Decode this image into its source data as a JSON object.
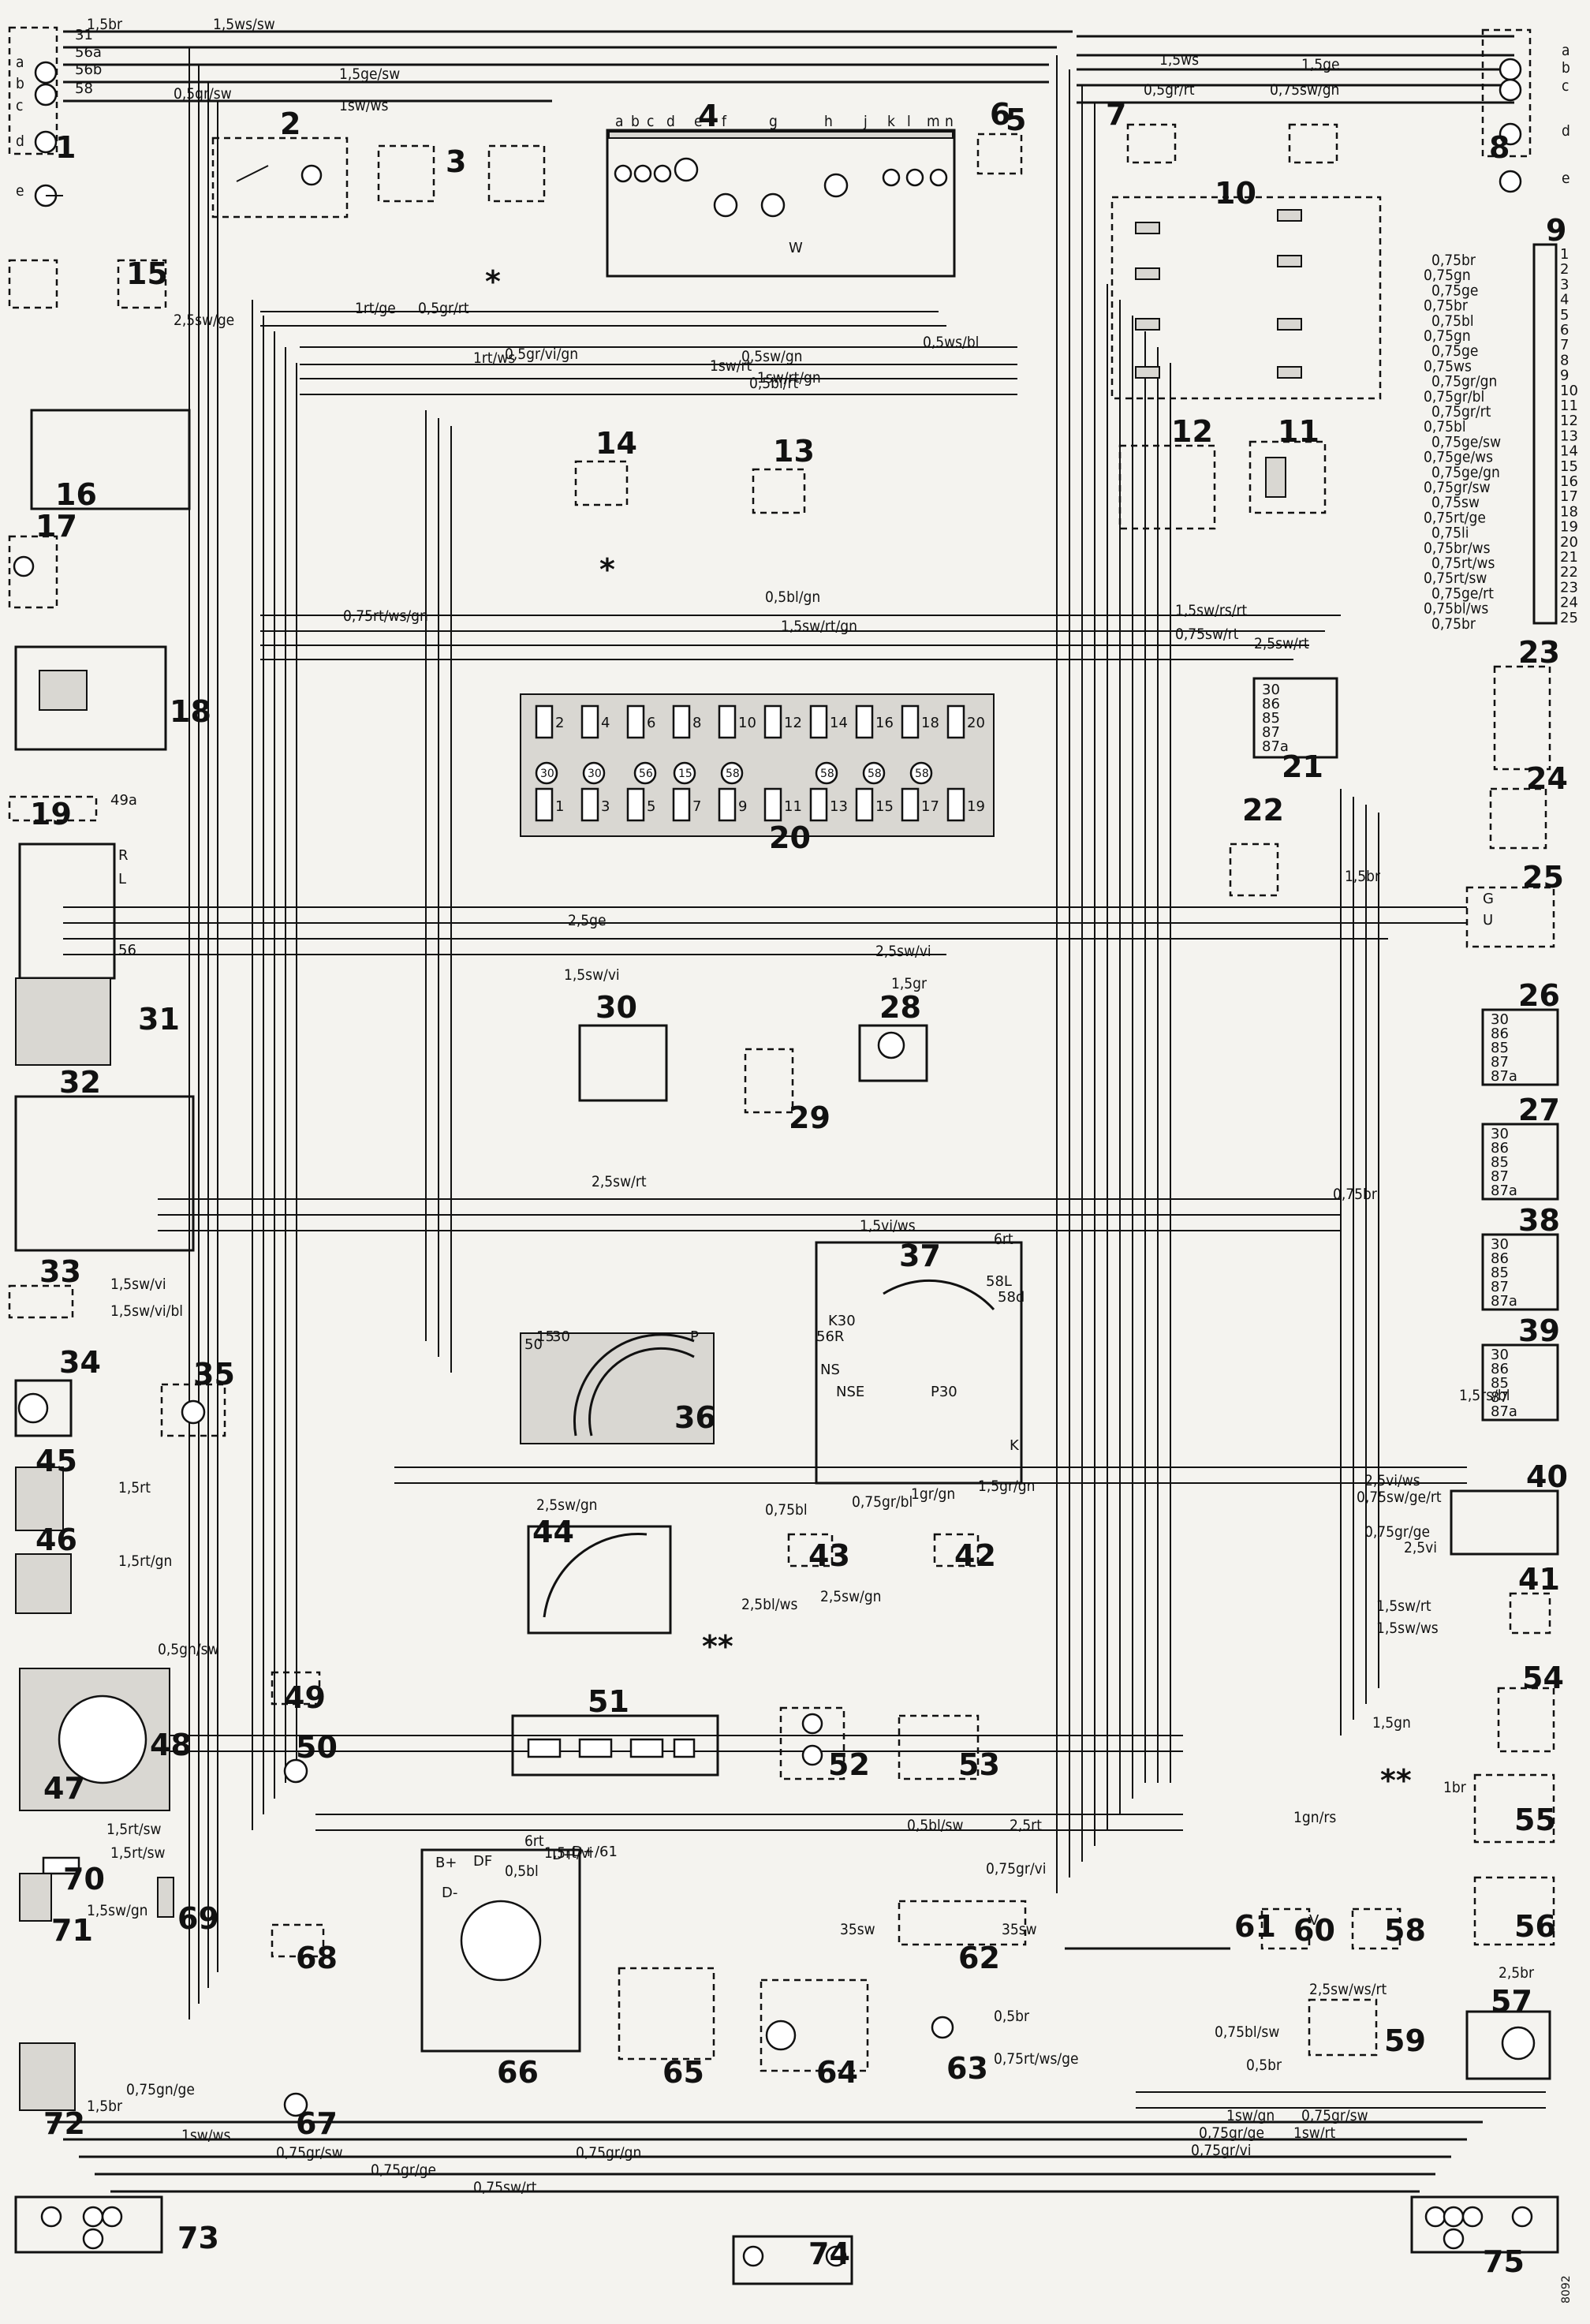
{
  "diagram": {
    "reference": "8092",
    "component_numbers": [
      "1",
      "2",
      "3",
      "4",
      "5",
      "6",
      "7",
      "8",
      "9",
      "10",
      "11",
      "12",
      "13",
      "14",
      "15",
      "16",
      "17",
      "18",
      "19",
      "20",
      "21",
      "22",
      "23",
      "24",
      "25",
      "26",
      "27",
      "28",
      "29",
      "30",
      "31",
      "32",
      "33",
      "34",
      "35",
      "36",
      "37",
      "38",
      "39",
      "40",
      "41",
      "42",
      "43",
      "44",
      "45",
      "46",
      "47",
      "48",
      "49",
      "50",
      "51",
      "52",
      "53",
      "54",
      "55",
      "56",
      "57",
      "58",
      "59",
      "60",
      "61",
      "62",
      "63",
      "64",
      "65",
      "66",
      "67",
      "68",
      "69",
      "70",
      "71",
      "72",
      "73",
      "74",
      "75"
    ],
    "component_4_subletters": [
      "a",
      "b",
      "c",
      "d",
      "e",
      "f",
      "g",
      "h",
      "j",
      "k",
      "l",
      "m",
      "n"
    ],
    "connector_9_pins": [
      "1",
      "2",
      "3",
      "4",
      "5",
      "6",
      "7",
      "8",
      "9",
      "10",
      "11",
      "12",
      "13",
      "14",
      "15",
      "16",
      "17",
      "18",
      "19",
      "20",
      "21",
      "22",
      "23",
      "24",
      "25"
    ],
    "fuse_box_20_fuses": {
      "top_row": [
        "2",
        "4",
        "6",
        "8",
        "10",
        "12",
        "14",
        "16",
        "18",
        "20"
      ],
      "bottom_row": [
        "1",
        "3",
        "5",
        "7",
        "9",
        "11",
        "13",
        "15",
        "17",
        "19"
      ],
      "terminals": [
        "30",
        "30",
        "56",
        "15",
        "58",
        "58",
        "58",
        "58"
      ]
    },
    "relay_terminals": [
      "30",
      "86",
      "85",
      "87",
      "87a"
    ],
    "wire_labels_top": [
      "1,5br",
      "1,5ws/sw",
      "1,5ge/sw",
      "0,5gr/sw",
      "1sw/ws",
      "1,5ws",
      "1,5ge",
      "0,5gr/rt",
      "0,75sw/gn",
      "1rt/ge",
      "0,5gr/rt",
      "2,5sw/ge",
      "0,5gr/vi/gn",
      "0,5sw/gn",
      "1sw/rt/gn",
      "1rt/ws",
      "1sw/rt",
      "0,5bl/rt",
      "0,5ws/bl"
    ],
    "wire_labels_right": [
      "0,75br",
      "0,75gn",
      "0,75ge",
      "0,75br",
      "0,75bl",
      "0,75gn",
      "0,75ge",
      "0,75ws",
      "0,75gr/gn",
      "0,75gr/bl",
      "0,75gr/rt",
      "0,75bl",
      "0,75ge/sw",
      "0,75ge/ws",
      "0,75ge/gn",
      "0,75gr/sw",
      "0,75sw",
      "0,75rt/ge",
      "0,75li",
      "0,75br/ws",
      "0,75rt/ws",
      "0,75rt/sw",
      "0,75ge/rt",
      "0,75bl/ws",
      "0,75br"
    ],
    "wire_labels_middle": [
      "0,5bl/gn",
      "1,5sw/rs/rt",
      "0,75sw/rt",
      "1,5sw/rt/gn",
      "2,5sw/rt",
      "0,75rt/ws/gn",
      "2,5ge",
      "2,5sw/vi",
      "1,5sw/vi",
      "1,5gr",
      "6rt",
      "1,5vi/ws",
      "2,5sw/rt",
      "1,5sw/vi",
      "1,5sw/vi/bl",
      "1,5rt",
      "1,5rt/gn",
      "2,5sw/gn",
      "0,75bl",
      "0,75gr/bl",
      "1gr/gn",
      "1,5gr/gn",
      "2,5bl/ws",
      "2,5sw/gn",
      "0,5gn/sw",
      "1,5rt/sw",
      "1,5rt/sw",
      "0,5bl/sw",
      "2,5rt",
      "0,75gr/vi",
      "6rt",
      "1,5rt/vi",
      "0,5bl",
      "35sw",
      "35sw",
      "1,5sw/gn",
      "0,75gn/ge",
      "1,5br"
    ],
    "wire_labels_bottom": [
      "1sw/ws",
      "0,75gr/sw",
      "0,75gr/gn",
      "0,75gr/ge",
      "0,75sw/rt",
      "1sw/gn",
      "0,75gr/sw",
      "0,75gr/ge",
      "1sw/rt",
      "0,75gr/vi",
      "2,5sw/ws/rt",
      "2,5br",
      "0,75bl/sw",
      "0,5br",
      "0,5br",
      "0,75rt/ws/ge"
    ],
    "wire_labels_right_lower": [
      "2,5vi/ws",
      "0,75sw/ge/rt",
      "0,75gr/ge",
      "2,5vi",
      "1,5sw/rt",
      "1,5sw/ws",
      "1,5gn",
      "1br",
      "1gn/rs",
      "1,5rs/bl",
      "0,75br",
      "1,5br"
    ],
    "pin_labels": [
      "31",
      "56a",
      "56b",
      "58",
      "49a",
      "R",
      "L",
      "56",
      "B+",
      "D+",
      "DF",
      "D-",
      "D+/61",
      "50",
      "15",
      "30",
      "P",
      "K",
      "NS",
      "NSE",
      "P30",
      "K30",
      "56R",
      "58L",
      "58d",
      "W",
      "G",
      "U",
      "V"
    ],
    "callout_letters": [
      "a",
      "b",
      "c",
      "d",
      "e"
    ],
    "notes": [
      "*",
      "**"
    ]
  }
}
